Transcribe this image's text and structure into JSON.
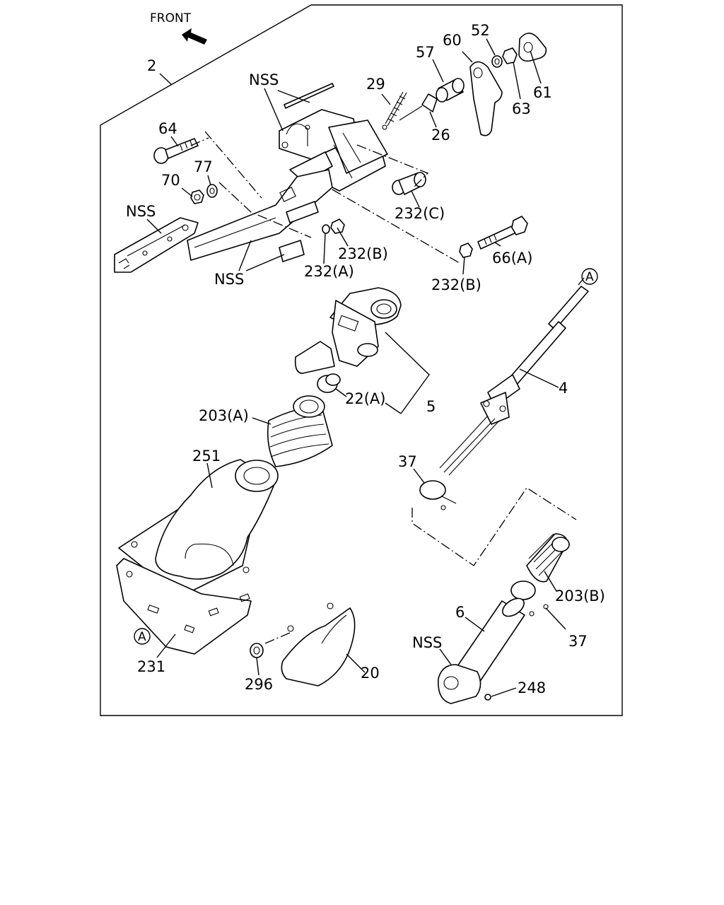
{
  "header": {
    "front_label": "FRONT"
  },
  "frame_ref": {
    "assembly_label": "2"
  },
  "callouts": {
    "nss_top": "NSS",
    "nss_left": "NSS",
    "nss_bottom": "NSS",
    "nss_shaft": "NSS",
    "p4": "4",
    "p5": "5",
    "p6": "6",
    "p20": "20",
    "p22a": "22(A)",
    "p26": "26",
    "p29": "29",
    "p37_upper": "37",
    "p37_lower": "37",
    "p52": "52",
    "p57": "57",
    "p60": "60",
    "p61": "61",
    "p63": "63",
    "p64": "64",
    "p66a": "66(A)",
    "p70": "70",
    "p77": "77",
    "p203a": "203(A)",
    "p203b": "203(B)",
    "p231": "231",
    "p232a": "232(A)",
    "p232b_mid": "232(B)",
    "p232b_right": "232(B)",
    "p232c": "232(C)",
    "p248": "248",
    "p251": "251",
    "p296": "296",
    "ref_a_top": "A",
    "ref_a_bottom": "A"
  }
}
